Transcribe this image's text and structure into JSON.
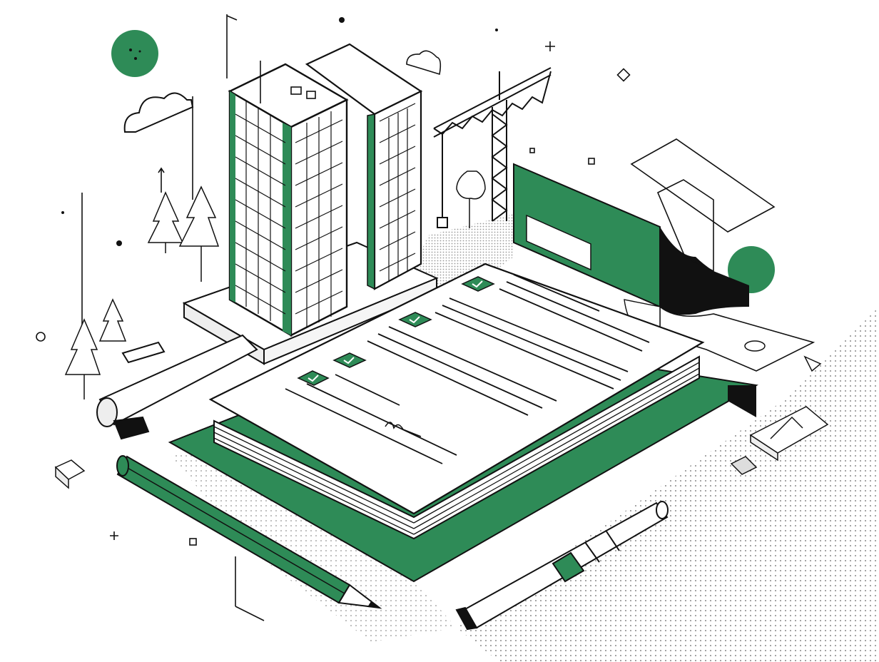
{
  "palette": {
    "background": "#ffffff",
    "ink": "#111111",
    "accent_green": "#2e8b57",
    "light_gray": "#dddddd"
  },
  "scene": {
    "subject": "isometric-line-illustration",
    "elements": [
      "twin-tower-building",
      "construction-crane",
      "document-stack-with-checkmarks",
      "green-unrolling-blueprint",
      "pencil",
      "marker-pen",
      "pine-trees",
      "clouds",
      "green-circles",
      "floating-shapes"
    ]
  }
}
